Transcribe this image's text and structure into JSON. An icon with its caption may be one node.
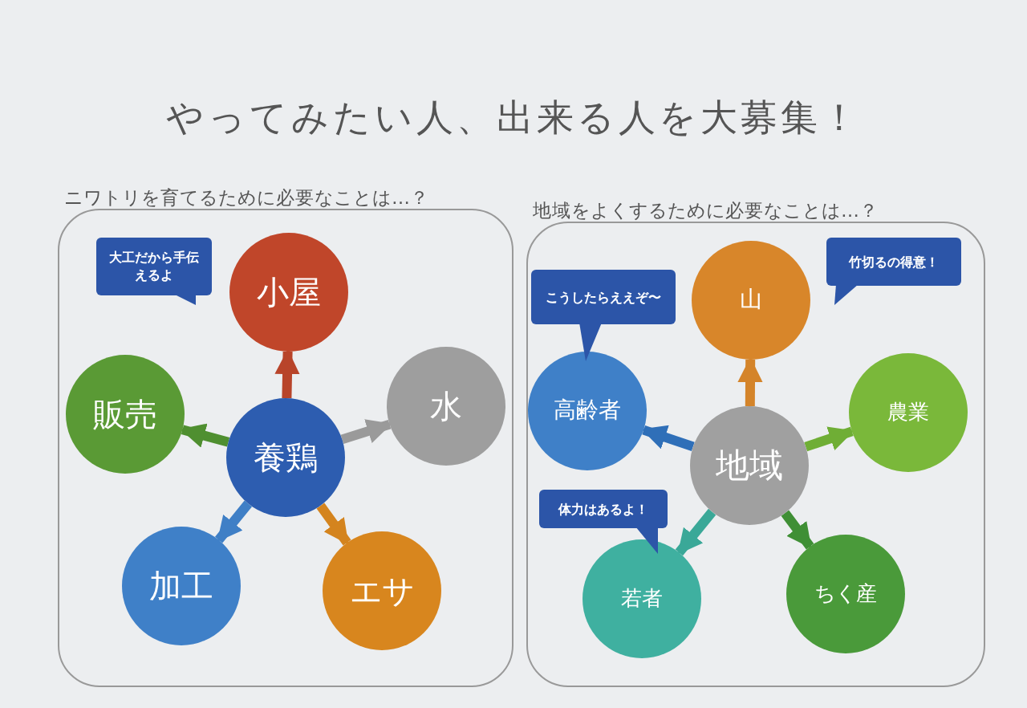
{
  "diagram": {
    "title": "やってみたい人、出来る人を大募集！",
    "nodes": [
      {
        "text": [
          "ニワトリを育てるために必要なことは…？"
        ]
      },
      {
        "text": [
          "養鶏"
        ],
        "in": 0
      },
      {
        "text": [
          "小屋"
        ],
        "in": 0,
        "beside": [
          "大工だから手伝えるよ"
        ]
      },
      {
        "text": [
          "水"
        ],
        "in": 0
      },
      {
        "text": [
          "エサ"
        ],
        "in": 0
      },
      {
        "text": [
          "加工"
        ],
        "in": 0
      },
      {
        "text": [
          "販売"
        ],
        "in": 0
      },
      {
        "text": [
          "地域をよくするために必要なことは…？"
        ]
      },
      {
        "text": [
          "地域"
        ],
        "in": 7
      },
      {
        "text": [
          "山"
        ],
        "in": 7,
        "beside": [
          "竹切るの得意！"
        ]
      },
      {
        "text": [
          "農業"
        ],
        "in": 7
      },
      {
        "text": [
          "ちく産"
        ],
        "in": 7
      },
      {
        "text": [
          "若者"
        ],
        "in": 7,
        "beside": [
          "体力はあるよ！"
        ]
      },
      {
        "text": [
          "高齢者"
        ],
        "in": 7,
        "beside": [
          "こうしたらええぞ〜"
        ]
      }
    ],
    "edges": [
      {
        "from": 1,
        "to": 2,
        "arrow": "to",
        "color": "#b8442a"
      },
      {
        "from": 1,
        "to": 3,
        "arrow": "to",
        "color": "#9a9a9a"
      },
      {
        "from": 1,
        "to": 4,
        "arrow": "to",
        "color": "#d4841e"
      },
      {
        "from": 1,
        "to": 5,
        "arrow": "to",
        "color": "#3f7fc6"
      },
      {
        "from": 1,
        "to": 6,
        "arrow": "to",
        "color": "#4f8f30"
      },
      {
        "from": 8,
        "to": 9,
        "arrow": "to",
        "color": "#d4842a"
      },
      {
        "from": 8,
        "to": 10,
        "arrow": "to",
        "color": "#6fae35"
      },
      {
        "from": 8,
        "to": 11,
        "arrow": "to",
        "color": "#3f8f35"
      },
      {
        "from": 8,
        "to": 12,
        "arrow": "to",
        "color": "#3aa898"
      },
      {
        "from": 8,
        "to": 13,
        "arrow": "to",
        "color": "#2f6fb8"
      }
    ]
  }
}
